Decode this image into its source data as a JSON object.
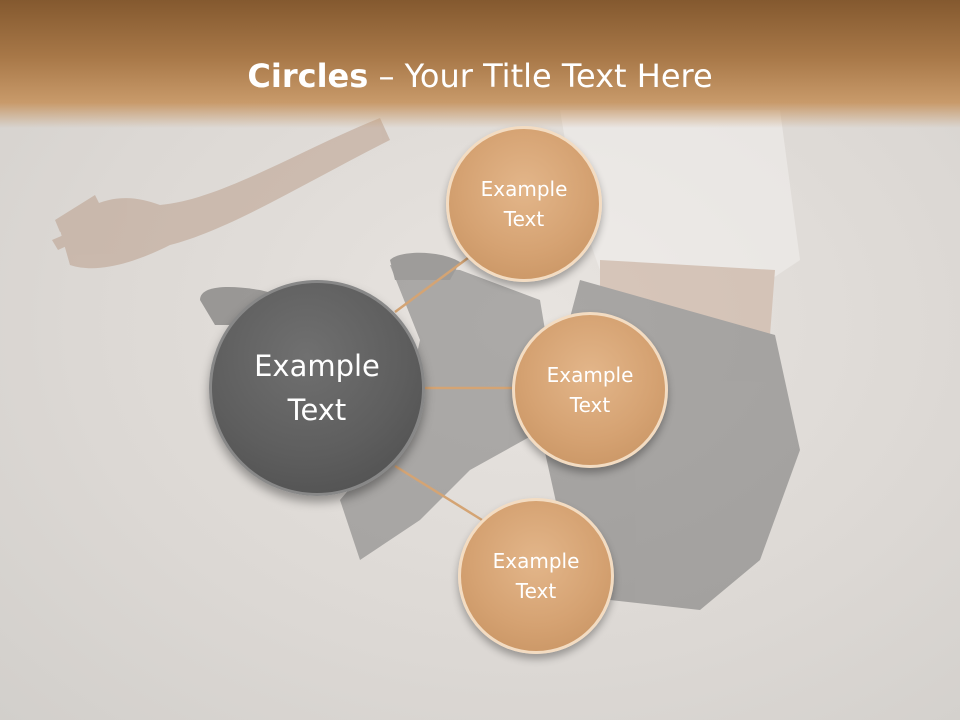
{
  "slide": {
    "title_bold": "Circles",
    "title_rest": " – Your Title Text Here"
  },
  "diagram": {
    "center": {
      "label_line1": "Example",
      "label_line2": "Text"
    },
    "nodes": [
      {
        "label_line1": "Example",
        "label_line2": "Text"
      },
      {
        "label_line1": "Example",
        "label_line2": "Text"
      },
      {
        "label_line1": "Example",
        "label_line2": "Text"
      }
    ]
  },
  "colors": {
    "title_bar": "#a87848",
    "center_circle": "#5e5e5e",
    "node_circle": "#d5a272",
    "connector": "#d4a474"
  }
}
